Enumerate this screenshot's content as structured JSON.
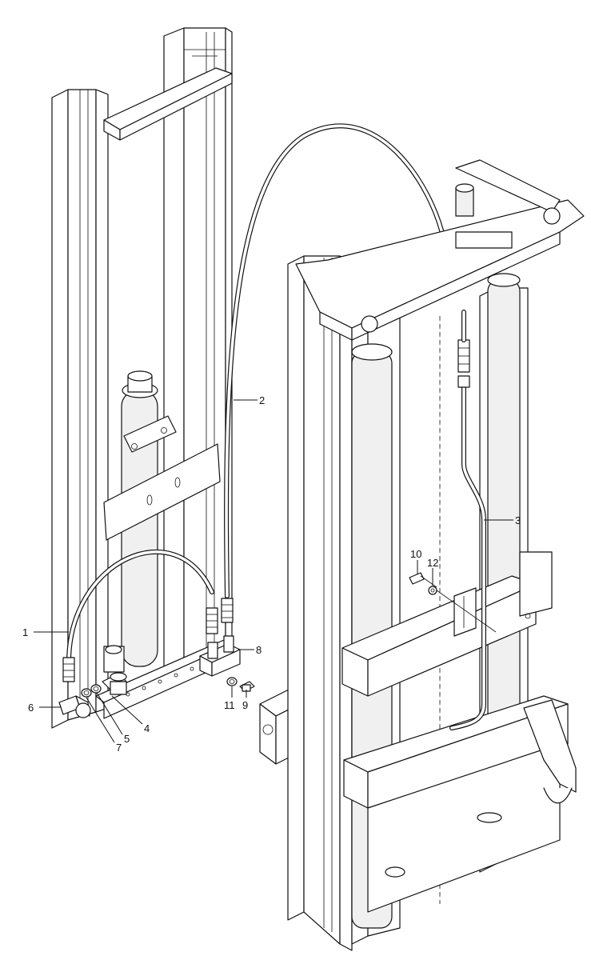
{
  "callouts": [
    {
      "id": "1",
      "text": "1"
    },
    {
      "id": "2",
      "text": "2"
    },
    {
      "id": "3",
      "text": "3"
    },
    {
      "id": "4",
      "text": "4"
    },
    {
      "id": "5",
      "text": "5"
    },
    {
      "id": "6",
      "text": "6"
    },
    {
      "id": "7",
      "text": "7"
    },
    {
      "id": "8",
      "text": "8"
    },
    {
      "id": "9",
      "text": "9"
    },
    {
      "id": "10",
      "text": "10"
    },
    {
      "id": "11",
      "text": "11"
    },
    {
      "id": "12",
      "text": "12"
    }
  ],
  "colors": {
    "line": "#111111",
    "background": "#ffffff"
  }
}
